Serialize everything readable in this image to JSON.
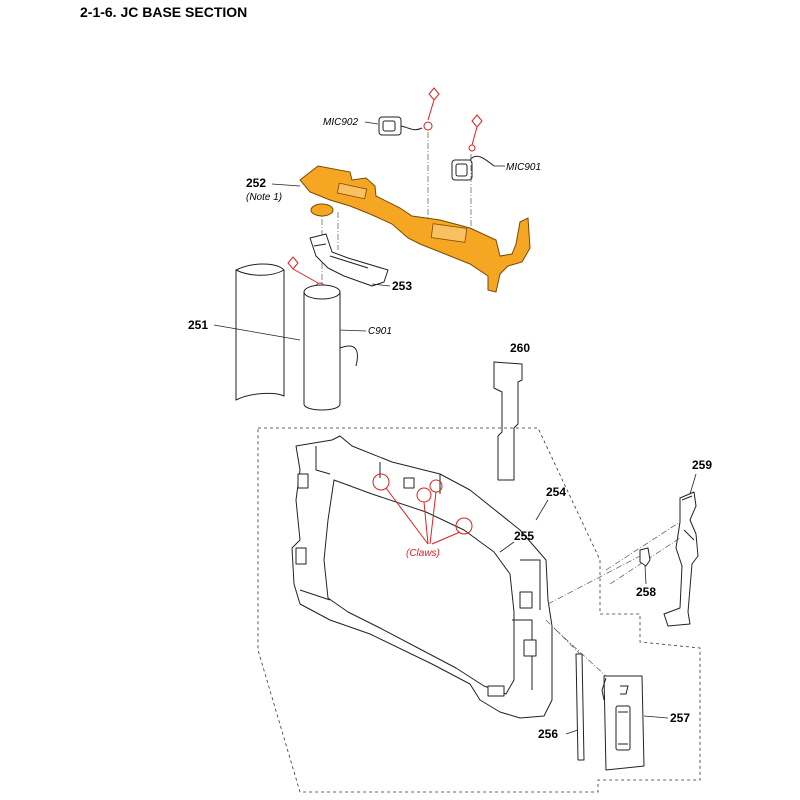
{
  "title": "2-1-6. JC BASE SECTION",
  "colors": {
    "highlight": "#f5a623",
    "accent": "#e02020",
    "line": "#222222"
  },
  "labels": {
    "p251": "251",
    "p252": "252",
    "note1": "(Note 1)",
    "p253": "253",
    "p254": "254",
    "p255": "255",
    "p256": "256",
    "p257": "257",
    "p258": "258",
    "p259": "259",
    "p260": "260",
    "c901": "C901",
    "mic901": "MIC901",
    "mic902": "MIC902",
    "claws": "(Claws)"
  }
}
